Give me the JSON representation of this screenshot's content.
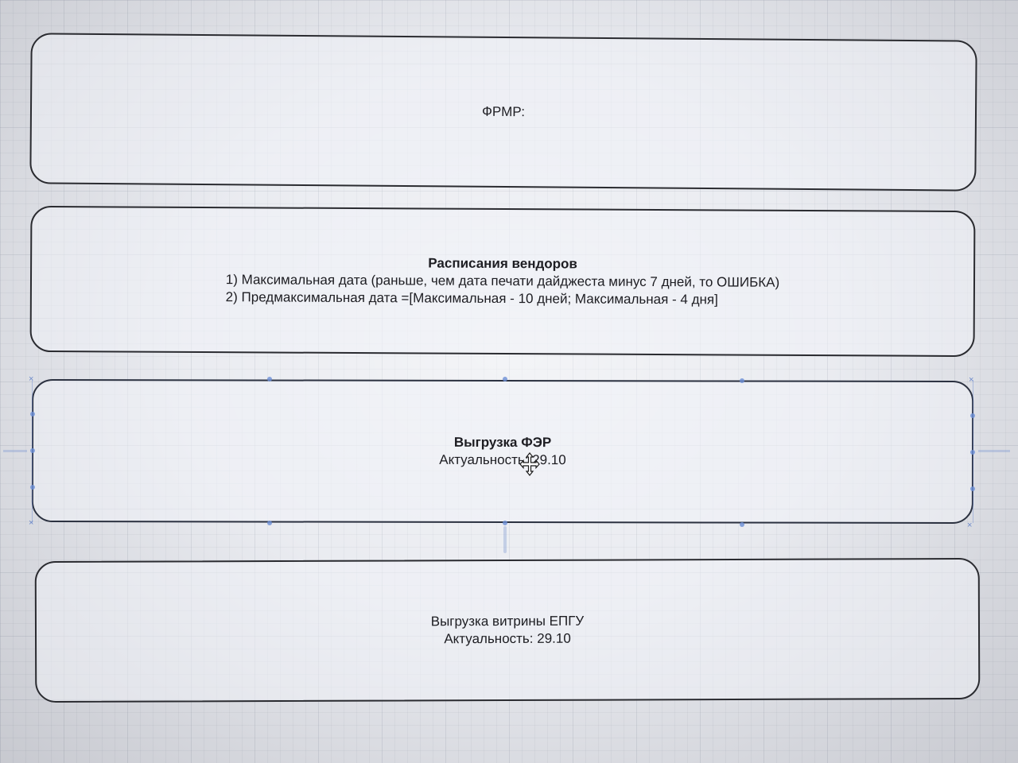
{
  "blocks": {
    "frmr": {
      "title": "ФРМР:"
    },
    "vendors": {
      "title": "Расписания вендоров",
      "line1": "1) Максимальная дата (раньше, чем дата печати дайджеста минус 7 дней, то ОШИБКА)",
      "line2": "2) Предмаксимальная дата =[Максимальная - 10 дней; Максимальная - 4 дня]"
    },
    "fer": {
      "title": "Выгрузка ФЭР",
      "freshness": "Актуальность: 29.10"
    },
    "epgu": {
      "title": "Выгрузка витрины ЕПГУ",
      "freshness": "Актуальность: 29.10"
    }
  },
  "selection": {
    "handle_glyph": "×",
    "accent_color": "#6b8fd6"
  },
  "icons": {
    "cursor": "move-cursor-icon"
  }
}
